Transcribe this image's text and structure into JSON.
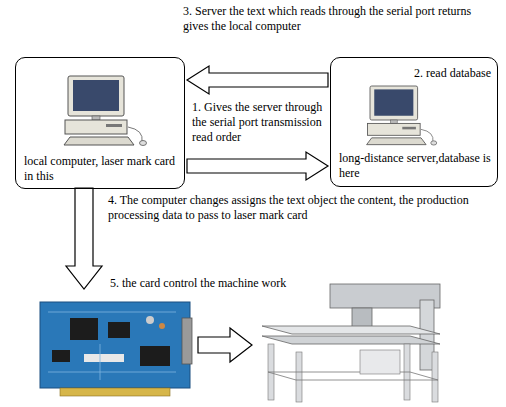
{
  "diagram": {
    "nodes": [
      {
        "text": [
          "local computer, laser mark card in this"
        ]
      },
      {
        "text": [
          "2. read database",
          "long-distance server,database is here"
        ]
      }
    ],
    "edges": [
      {
        "from": 1,
        "to": 0,
        "arrow": "to",
        "label": "3. Server the text which reads through the serial port returns gives the local computer"
      },
      {
        "from": 0,
        "to": 1,
        "arrow": "to",
        "label": "1. Gives the server through the serial port transmission read order"
      }
    ],
    "labels": [
      "4. The computer changes assigns the text object the content, the production processing data to pass to laser mark card",
      "5. the card control the machine work"
    ]
  }
}
